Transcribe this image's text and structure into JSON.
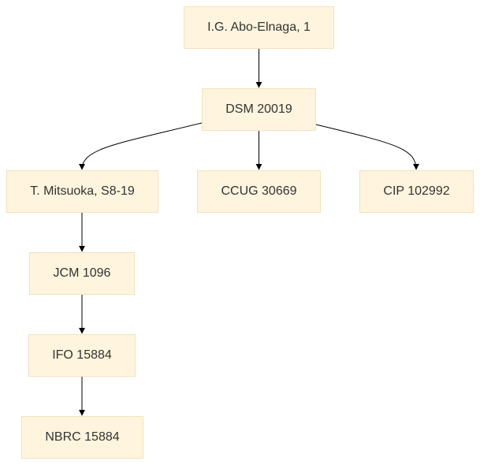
{
  "nodes": [
    {
      "id": "n0",
      "label": "I.G. Abo-Elnaga, 1"
    },
    {
      "id": "n1",
      "label": "DSM 20019"
    },
    {
      "id": "n2",
      "label": "T. Mitsuoka, S8-19"
    },
    {
      "id": "n3",
      "label": "CCUG 30669"
    },
    {
      "id": "n4",
      "label": "CIP 102992"
    },
    {
      "id": "n5",
      "label": "JCM 1096"
    },
    {
      "id": "n6",
      "label": "IFO 15884"
    },
    {
      "id": "n7",
      "label": "NBRC 15884"
    }
  ],
  "edges": [
    {
      "from": "n0",
      "to": "n1"
    },
    {
      "from": "n1",
      "to": "n2"
    },
    {
      "from": "n1",
      "to": "n3"
    },
    {
      "from": "n1",
      "to": "n4"
    },
    {
      "from": "n2",
      "to": "n5"
    },
    {
      "from": "n5",
      "to": "n6"
    },
    {
      "from": "n6",
      "to": "n7"
    }
  ],
  "colors": {
    "node_fill": "#fff4dd",
    "node_border": "#f2e2bd",
    "edge": "#000000",
    "text": "#333333"
  }
}
